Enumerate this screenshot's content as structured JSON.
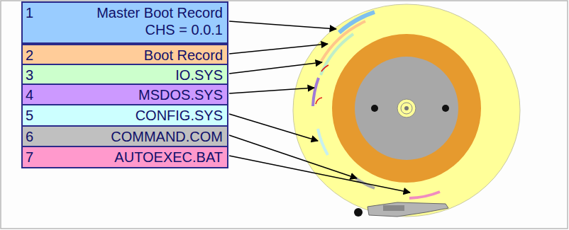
{
  "diagram": {
    "nodes": [
      {
        "text": [
          "1",
          "Master Boot Record",
          "CHS = 0.0.1"
        ]
      },
      {
        "text": [
          "2",
          "Boot Record"
        ]
      },
      {
        "text": [
          "3",
          "IO.SYS"
        ]
      },
      {
        "text": [
          "4",
          "MSDOS.SYS"
        ]
      },
      {
        "text": [
          "5",
          "CONFIG.SYS"
        ]
      },
      {
        "text": [
          "6",
          "COMMAND.COM"
        ]
      },
      {
        "text": [
          "7",
          "AUTOEXEC.BAT"
        ]
      }
    ]
  }
}
